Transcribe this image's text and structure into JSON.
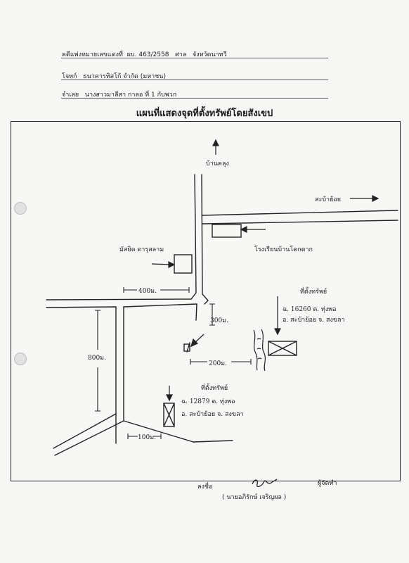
{
  "header": {
    "case_label": "คดีแพ่งหมายเลขแดงที่",
    "case_number": "ผบ. 463/2558",
    "court_label": "ศาล",
    "court_name": "จังหวัดนาทวี",
    "plaintiff_label": "โจทก์",
    "plaintiff_name": "ธนาคารทิสโก้ จำกัด (มหาชน)",
    "defendant_label": "จำเลย",
    "defendant_name": "นางสาวมาลีสา กาลอ  ที่ 1 กับพวก"
  },
  "title": "แผนที่แสดงจุดที่ตั้งทรัพย์โดยสังเขป",
  "map": {
    "north_label": "บ้านคลุง",
    "east_label": "สะบ้าย้อย",
    "school_label": "โรงเรียนบ้านโคกตาก",
    "mosque_label": "มัสยิด ดารุสลาม",
    "dist_400": "400ม.",
    "dist_300": "300ม.",
    "dist_200": "200ม.",
    "dist_800": "800ม.",
    "dist_100": "100ม.",
    "property1": {
      "heading": "ที่ตั้งทรัพย์",
      "line1": "ฉ. 16260 ต. ทุ่งพอ",
      "line2": "อ. สะบ้าย้อย จ. สงขลา"
    },
    "property2": {
      "heading": "ที่ตั้งทรัพย์",
      "line1": "ฉ. 12879 ต. ทุ่งพอ",
      "line2": "อ. สะบ้าย้อย จ. สงขลา"
    }
  },
  "footer": {
    "sign_label": "ลงชื่อ",
    "maker_label": "ผู้จัดทำ",
    "signer_name": "( นายอภิรักษ์ เจริญผล )"
  }
}
